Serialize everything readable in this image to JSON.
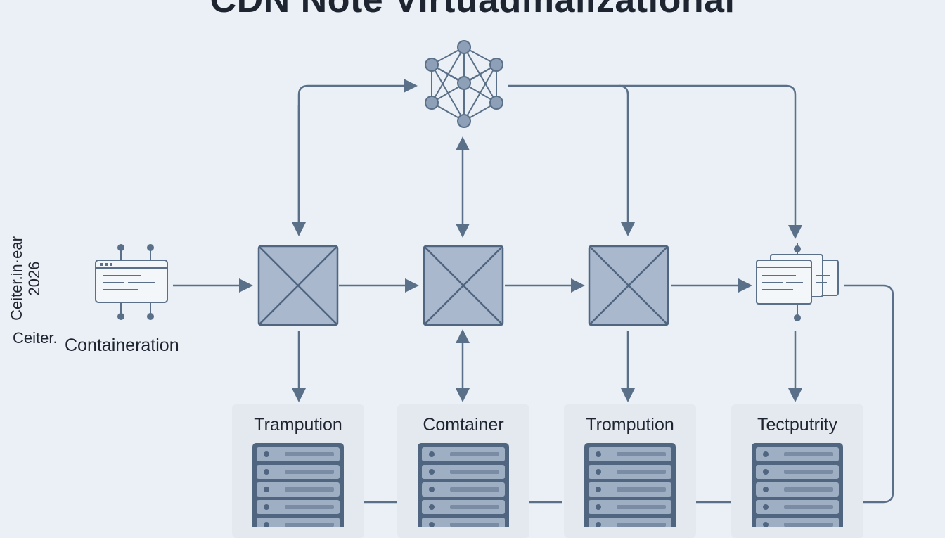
{
  "title": "CDN Note Virtuadmalizational",
  "side_text": {
    "line1": "Ceiter.in·ear",
    "line2": "2026",
    "line3": "Ceiter."
  },
  "source_label": "Containeration",
  "servers": [
    {
      "label": "Trampution"
    },
    {
      "label": "Comtainer"
    },
    {
      "label": "Trompution"
    },
    {
      "label": "Tectputrity"
    }
  ],
  "colors": {
    "background": "#eaf0f5",
    "line": "#5a6f88",
    "node_fill": "#a9b8cc",
    "server_fill": "#8d9db2",
    "text": "#1f2530"
  },
  "icons": {
    "hub": "network-hub-icon",
    "switch": "switch-cross-icon",
    "source": "container-terminal-icon",
    "target": "stacked-windows-icon",
    "server": "server-rack-icon"
  }
}
